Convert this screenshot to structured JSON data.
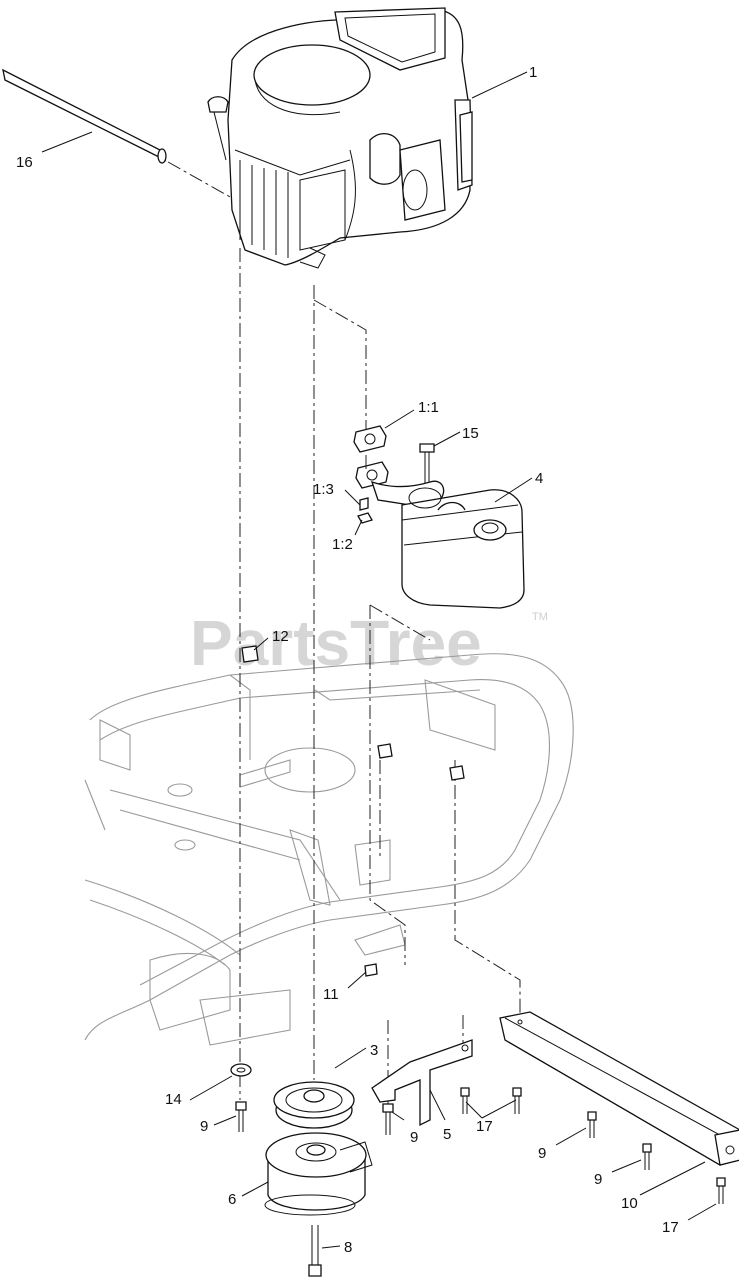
{
  "watermark": {
    "text": "PartsTree",
    "tm": "TM"
  },
  "callouts": [
    {
      "id": "c1",
      "text": "1"
    },
    {
      "id": "c16",
      "text": "16"
    },
    {
      "id": "c1-1",
      "text": "1:1"
    },
    {
      "id": "c15",
      "text": "15"
    },
    {
      "id": "c1-3",
      "text": "1:3"
    },
    {
      "id": "c4",
      "text": "4"
    },
    {
      "id": "c1-2",
      "text": "1:2"
    },
    {
      "id": "c12",
      "text": "12"
    },
    {
      "id": "c11",
      "text": "11"
    },
    {
      "id": "c3",
      "text": "3"
    },
    {
      "id": "c14",
      "text": "14"
    },
    {
      "id": "c9a",
      "text": "9"
    },
    {
      "id": "c9b",
      "text": "9"
    },
    {
      "id": "c5",
      "text": "5"
    },
    {
      "id": "c17a",
      "text": "17"
    },
    {
      "id": "c9c",
      "text": "9"
    },
    {
      "id": "c9d",
      "text": "9"
    },
    {
      "id": "c10",
      "text": "10"
    },
    {
      "id": "c6",
      "text": "6"
    },
    {
      "id": "c8",
      "text": "8"
    },
    {
      "id": "c17b",
      "text": "17"
    }
  ]
}
